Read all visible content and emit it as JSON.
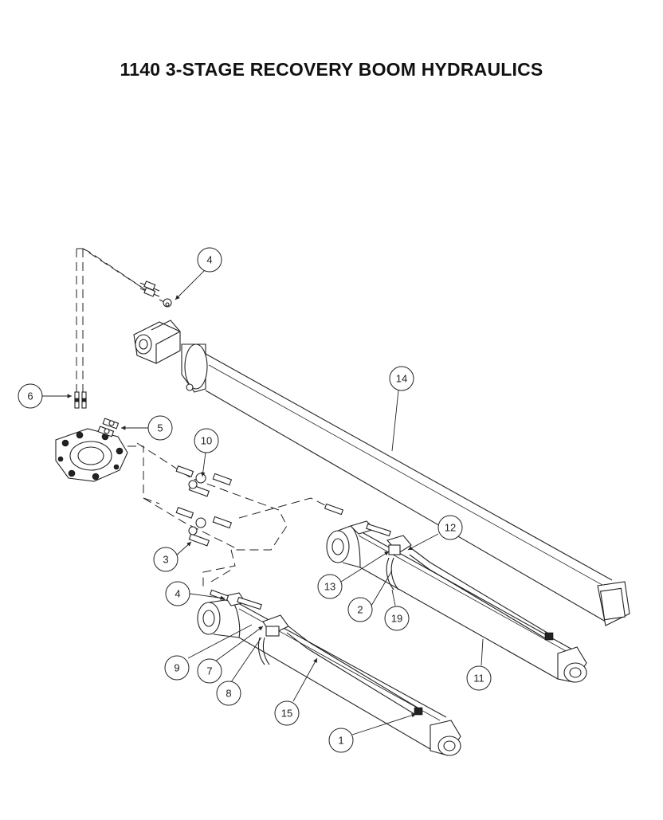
{
  "title": "1140 3-STAGE RECOVERY BOOM HYDRAULICS",
  "callouts": [
    "4",
    "14",
    "6",
    "5",
    "10",
    "12",
    "3",
    "13",
    "2",
    "19",
    "4",
    "11",
    "9",
    "7",
    "8",
    "15",
    "1"
  ]
}
